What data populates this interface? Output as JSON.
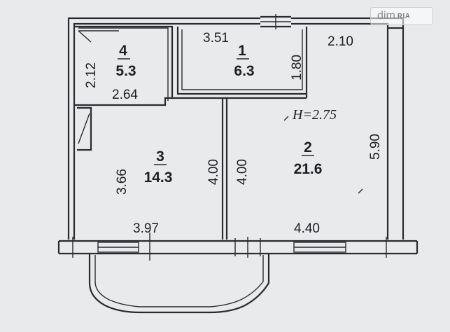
{
  "watermark": {
    "text": "dim",
    "brand": "RIA"
  },
  "ceiling_height": "H=2.75",
  "rooms": [
    {
      "number": "1",
      "area": "6.3"
    },
    {
      "number": "2",
      "area": "21.6"
    },
    {
      "number": "3",
      "area": "14.3"
    },
    {
      "number": "4",
      "area": "5.3"
    }
  ],
  "dimensions": {
    "room1_width": "3.51",
    "room1_depth": "1.80",
    "room2_top": "2.10",
    "room2_height": "5.90",
    "room2_left": "4.00",
    "room2_bottom": "4.40",
    "room3_height": "3.66",
    "room3_right": "4.00",
    "room3_bottom": "3.97",
    "room4_height": "2.12",
    "room4_width": "2.64"
  },
  "colors": {
    "paper": "#e9eaec",
    "ink": "#1e1f22"
  }
}
